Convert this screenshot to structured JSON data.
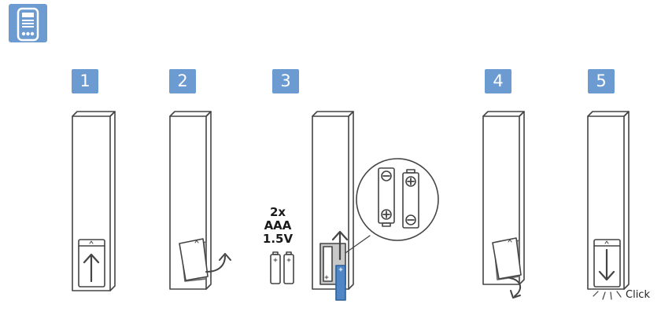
{
  "steps": [
    {
      "number": "1"
    },
    {
      "number": "2"
    },
    {
      "number": "3",
      "battery_count": "2x",
      "battery_type": "AAA",
      "battery_voltage": "1.5V"
    },
    {
      "number": "4"
    },
    {
      "number": "5",
      "sound_label": "Click"
    }
  ],
  "colors": {
    "accent": "#6b9bd1",
    "outline": "#444444",
    "battery": "#4f86c6"
  },
  "icon": "remote-control-icon"
}
